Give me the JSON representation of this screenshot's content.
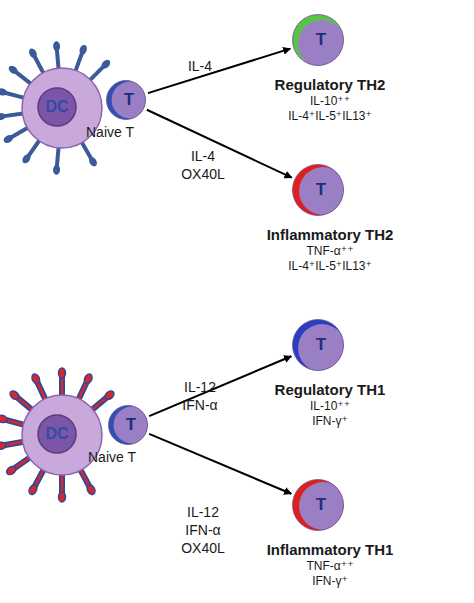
{
  "diagram": {
    "nodes": [
      {
        "text": [
          "DC"
        ]
      },
      {
        "text": [
          "T",
          "Naive T"
        ]
      },
      {
        "text": [
          "T",
          "Regulatory TH2",
          "IL-10⁺⁺",
          "IL-4⁺IL-5⁺IL13⁺"
        ]
      },
      {
        "text": [
          "T",
          "Inflammatory TH2",
          "TNF-α⁺⁺",
          "IL-4⁺IL-5⁺IL13⁺"
        ]
      },
      {
        "text": [
          "DC"
        ]
      },
      {
        "text": [
          "T",
          "Naive T"
        ]
      },
      {
        "text": [
          "T",
          "Regulatory TH1",
          "IL-10⁺⁺",
          "IFN-γ⁺"
        ]
      },
      {
        "text": [
          "T",
          "Inflammatory TH1",
          "TNF-α⁺⁺",
          "IFN-γ⁺"
        ]
      }
    ],
    "edges": [
      {
        "from": 1,
        "to": 2,
        "label": "IL-4",
        "arrow": "to"
      },
      {
        "from": 1,
        "to": 3,
        "label": "IL-4 OX40L",
        "arrow": "to"
      },
      {
        "from": 5,
        "to": 6,
        "label": "IL-12 IFN-α",
        "arrow": "to"
      },
      {
        "from": 5,
        "to": 7,
        "label": "IL-12 IFN-α OX40L",
        "arrow": "to"
      }
    ]
  }
}
